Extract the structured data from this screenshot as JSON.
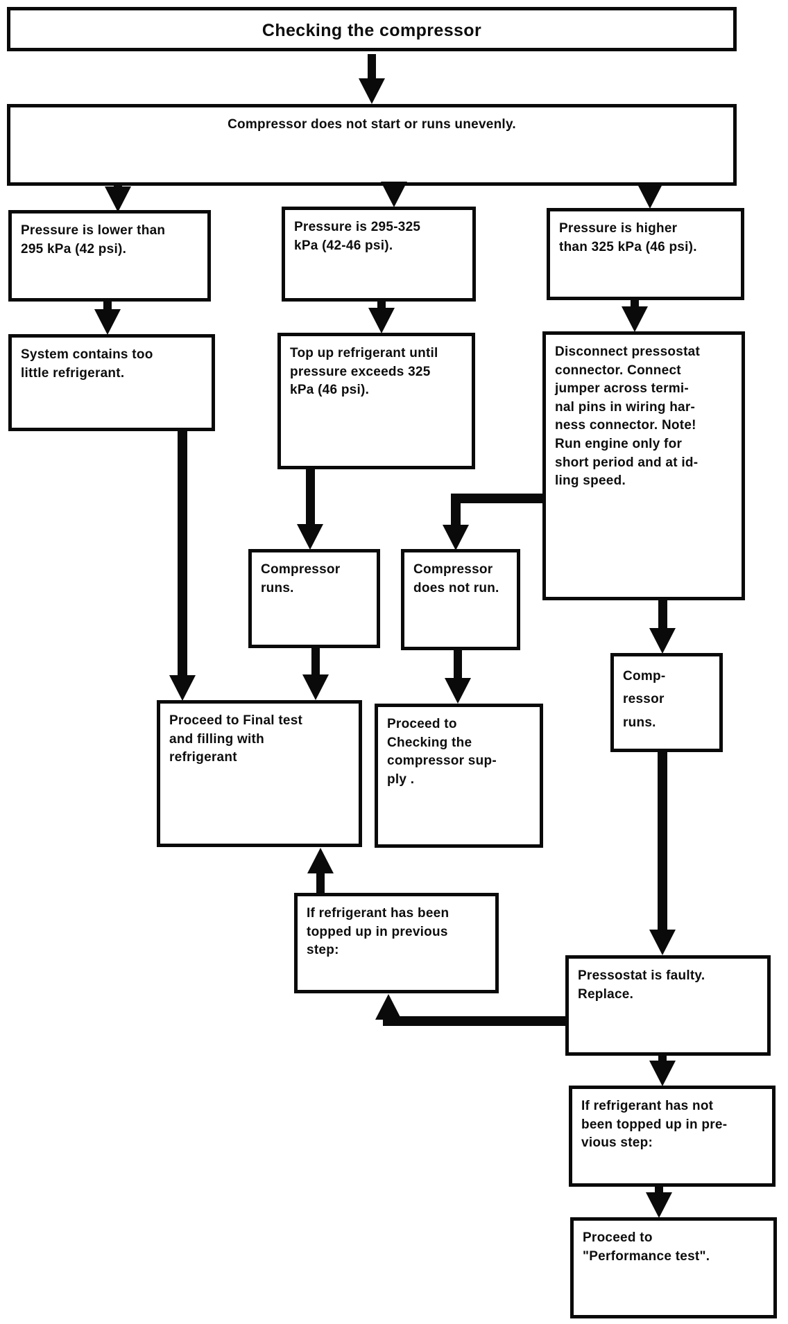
{
  "diagram": {
    "title": "Checking the compressor",
    "nodes": {
      "start": "Compressor does not start or runs unevenly.",
      "pressure_low": "Pressure is lower than\n295 kPa (42 psi).",
      "pressure_ok": "Pressure is 295-325\nkPa (42-46 psi).",
      "pressure_high": "Pressure is higher\nthan 325 kPa (46 psi).",
      "low_refrigerant": "System contains too\nlittle refrigerant.",
      "top_up": "Top up refrigerant until\npressure exceeds 325\nkPa (46 psi).",
      "disconnect": "Disconnect pressostat\nconnector. Connect\njumper across termi-\nnal pins in wiring har-\nness connector. Note!\nRun engine only for\nshort period and at id-\nling speed.",
      "compressor_runs": "Compressor\nruns.",
      "compressor_not_run": "Compressor\ndoes not run.",
      "compressor_runs_2": "Comp-\nressor\nruns.",
      "proceed_final": "Proceed to Final test\nand filling with\nrefrigerant",
      "proceed_supply": "Proceed to\nChecking the\ncompressor sup-\nply .",
      "topped_up": "If refrigerant has been\ntopped up in previous\nstep:",
      "pressostat_faulty": "Pressostat is faulty.\nReplace.",
      "not_topped_up": "If refrigerant has not\nbeen topped up in pre-\nvious step:",
      "performance": "Proceed to\n\"Performance test\"."
    },
    "edges": [
      {
        "from": "title",
        "to": "start",
        "style": "direct"
      },
      {
        "from": "start",
        "to": "pressure_low",
        "style": "direct"
      },
      {
        "from": "start",
        "to": "pressure_ok",
        "style": "direct"
      },
      {
        "from": "start",
        "to": "pressure_high",
        "style": "direct"
      },
      {
        "from": "pressure_low",
        "to": "low_refrigerant",
        "style": "direct"
      },
      {
        "from": "pressure_ok",
        "to": "top_up",
        "style": "direct"
      },
      {
        "from": "pressure_high",
        "to": "disconnect",
        "style": "direct"
      },
      {
        "from": "low_refrigerant",
        "to": "proceed_final",
        "style": "direct"
      },
      {
        "from": "top_up",
        "to": "compressor_runs",
        "style": "direct"
      },
      {
        "from": "disconnect",
        "to": "compressor_not_run",
        "style": "elbow"
      },
      {
        "from": "disconnect",
        "to": "compressor_runs_2",
        "style": "direct"
      },
      {
        "from": "compressor_runs",
        "to": "proceed_final",
        "style": "direct"
      },
      {
        "from": "compressor_not_run",
        "to": "proceed_supply",
        "style": "direct"
      },
      {
        "from": "compressor_runs_2",
        "to": "pressostat_faulty",
        "style": "direct"
      },
      {
        "from": "topped_up",
        "to": "proceed_final",
        "style": "direct-up"
      },
      {
        "from": "pressostat_faulty",
        "to": "topped_up",
        "style": "elbow-up"
      },
      {
        "from": "pressostat_faulty",
        "to": "not_topped_up",
        "style": "direct"
      },
      {
        "from": "not_topped_up",
        "to": "performance",
        "style": "direct"
      }
    ]
  },
  "colors": {
    "ink": "#0a0a0a",
    "paper": "#ffffff"
  }
}
